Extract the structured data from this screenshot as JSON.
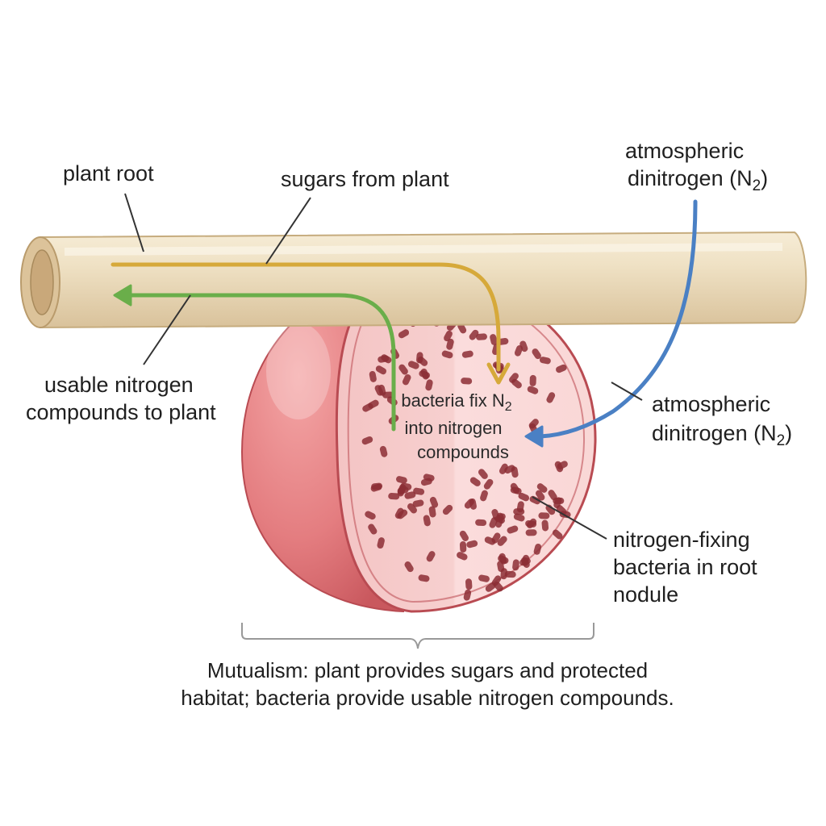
{
  "labels": {
    "plant_root": "plant root",
    "sugars": "sugars from plant",
    "atmo_top_1": "atmospheric",
    "atmo_top_2": "dinitrogen (N",
    "atmo_sub": "2",
    "atmo_close": ")",
    "usable_1": "usable nitrogen",
    "usable_2": "compounds to plant",
    "atmo_right_1": "atmospheric",
    "atmo_right_2": "dinitrogen (N",
    "fix_1": "bacteria fix N",
    "fix_sub": "2",
    "fix_2": "into nitrogen",
    "fix_3": "compounds",
    "bacteria_1": "nitrogen-fixing",
    "bacteria_2": "bacteria in root",
    "bacteria_3": "nodule"
  },
  "caption": {
    "line1": "Mutualism: plant provides sugars and protected",
    "line2": "habitat; bacteria provide usable nitrogen compounds."
  },
  "colors": {
    "root": "#ecdcbd",
    "nodule": "#e8868a",
    "nodule_cut": "#f6cfcf",
    "bacteria": "#8c2e35",
    "sugar_arrow": "#d6a93a",
    "nitrogen_arrow": "#6aae4a",
    "n2_arrow": "#4a80c4"
  }
}
